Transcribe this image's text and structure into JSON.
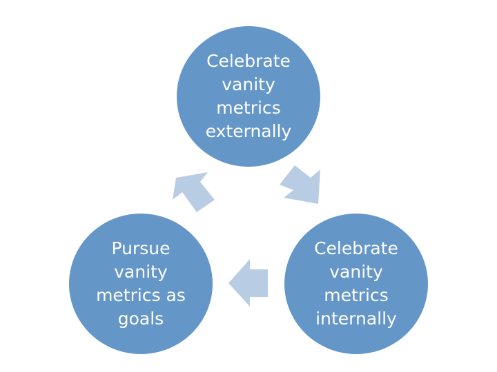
{
  "diagram": {
    "nodes": [
      {
        "id": "top",
        "label": "Celebrate\nvanity\nmetrics\nexternally"
      },
      {
        "id": "right",
        "label": "Celebrate\nvanity\nmetrics\ninternally"
      },
      {
        "id": "left",
        "label": "Pursue\nvanity\nmetrics as\ngoals"
      }
    ],
    "colors": {
      "node_fill": "#6496c8",
      "arrow_fill": "#b8cde4",
      "text": "#ffffff"
    }
  }
}
